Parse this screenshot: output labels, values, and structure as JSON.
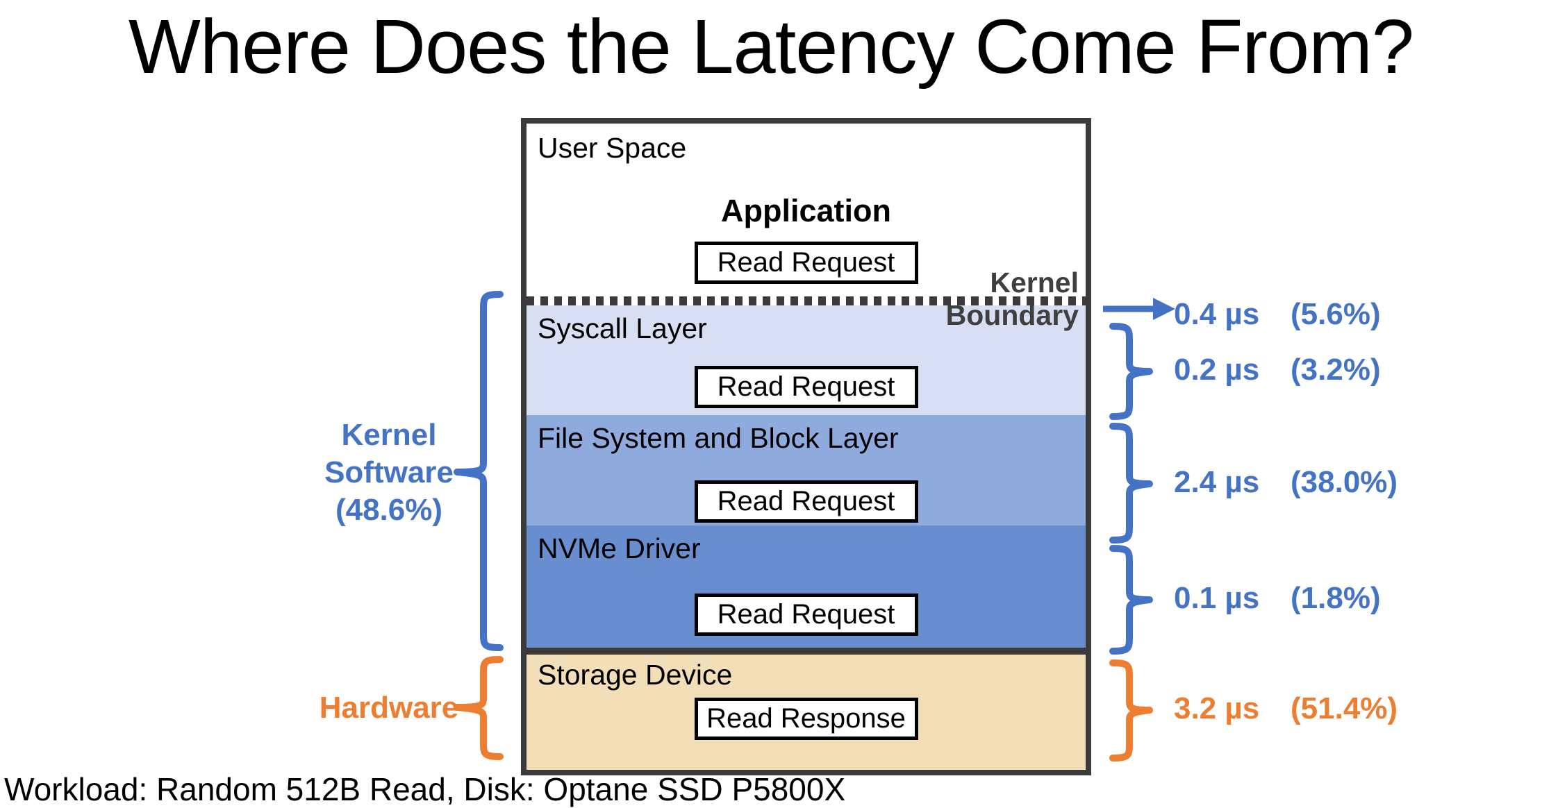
{
  "title": "Where Does the Latency Come From?",
  "footnote": "Workload: Random 512B Read, Disk: Optane SSD P5800X",
  "colors": {
    "accent_blue": "#4472C4",
    "accent_orange": "#ED7D31",
    "border_dark": "#3B3B3B",
    "syscall_bg": "#D9DFF2",
    "filesystem_bg": "#8FAADC",
    "nvme_bg": "#698ED0",
    "storage_bg": "#F2DEB7"
  },
  "diagram": {
    "layers": [
      {
        "label": "User Space",
        "sublabel": "Application",
        "packet": "Read Request"
      },
      {
        "label": "Syscall Layer",
        "packet": "Read Request"
      },
      {
        "label": "File System and Block Layer",
        "packet": "Read Request"
      },
      {
        "label": "NVMe Driver",
        "packet": "Read Request"
      },
      {
        "label": "Storage Device",
        "packet": "Read Response"
      }
    ],
    "kernel_boundary": {
      "line1": "Kernel",
      "line2": "Boundary"
    },
    "left_annotations": [
      {
        "line1": "Kernel",
        "line2": "Software",
        "line3": "(48.6%)",
        "color": "#4472C4",
        "target": "Syscall Layer + File System and Block Layer + NVMe Driver"
      },
      {
        "line1": "Hardware",
        "color": "#ED7D31",
        "target": "Storage Device"
      }
    ],
    "right_annotations": [
      {
        "value": "0.4 µs",
        "pct": "(5.6%)",
        "connector": "arrow",
        "target": "Kernel Boundary",
        "color": "#4472C4"
      },
      {
        "value": "0.2 µs",
        "pct": "(3.2%)",
        "connector": "brace",
        "target": "Syscall Layer",
        "color": "#4472C4"
      },
      {
        "value": "2.4 µs",
        "pct": "(38.0%)",
        "connector": "brace",
        "target": "File System and Block Layer",
        "color": "#4472C4"
      },
      {
        "value": "0.1 µs",
        "pct": "(1.8%)",
        "connector": "brace",
        "target": "NVMe Driver",
        "color": "#4472C4"
      },
      {
        "value": "3.2 µs",
        "pct": "(51.4%)",
        "connector": "brace",
        "target": "Storage Device",
        "color": "#ED7D31"
      }
    ]
  }
}
